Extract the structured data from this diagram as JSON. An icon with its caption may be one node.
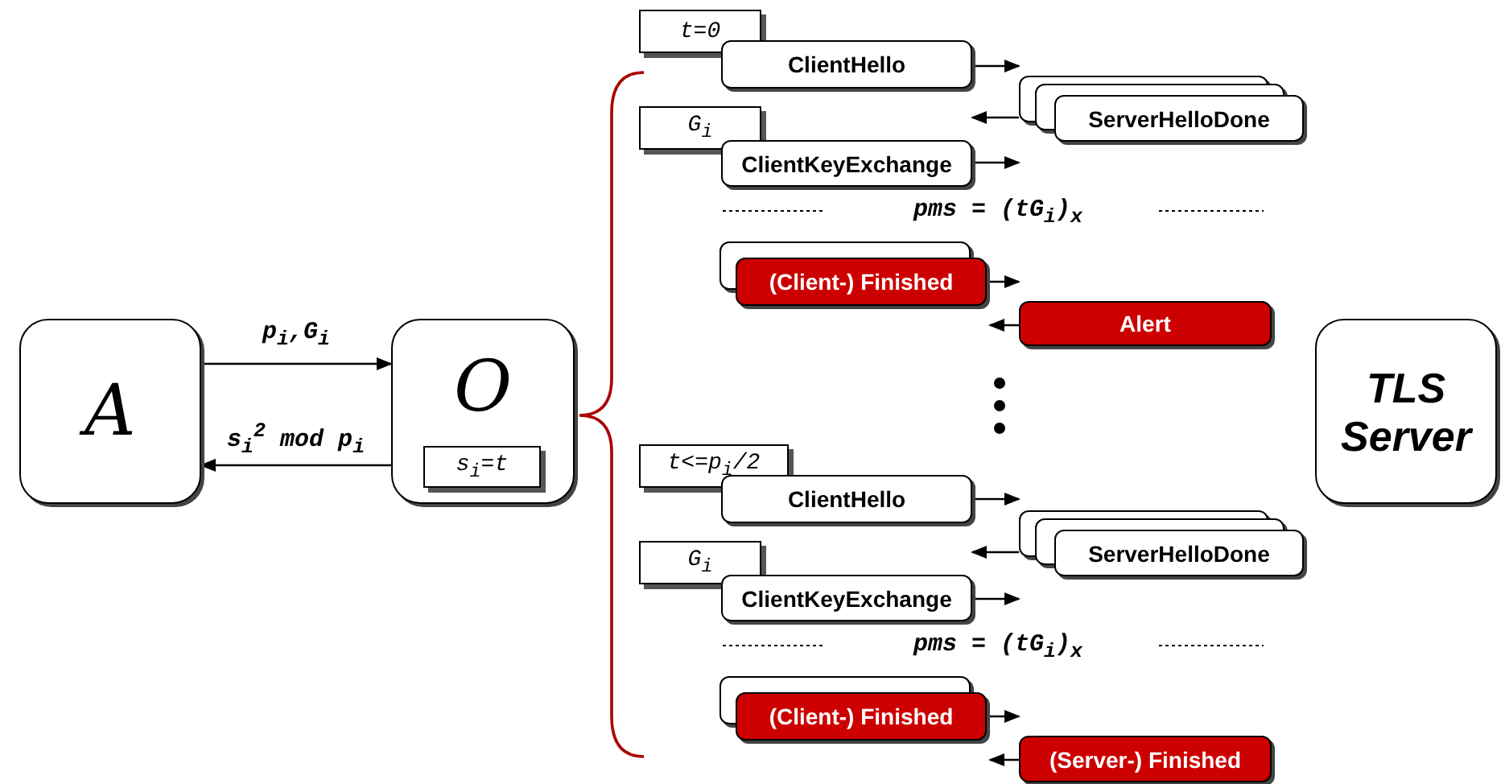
{
  "diagram": {
    "nodes": [
      {
        "text": [
          "A"
        ]
      },
      {
        "text": [
          "O"
        ]
      },
      {
        "text": [
          "s$_{i}$=t"
        ],
        "in": 1
      },
      {
        "text": [
          "TLS Server"
        ]
      },
      {
        "text": [
          "t=0"
        ]
      },
      {
        "text": [
          "ClientHello"
        ]
      },
      {
        "text": [
          "ServerHelloDone"
        ]
      },
      {
        "text": [
          "G$_{i}$"
        ]
      },
      {
        "text": [
          "ClientKeyExchange"
        ]
      },
      {
        "text": [
          "(Client-) Finished"
        ]
      },
      {
        "text": [
          "Alert"
        ]
      },
      {
        "text": [
          "t<=p$_{i}$/2"
        ]
      },
      {
        "text": [
          "ClientHello"
        ]
      },
      {
        "text": [
          "ServerHelloDone"
        ]
      },
      {
        "text": [
          "G$_{i}$"
        ]
      },
      {
        "text": [
          "ClientKeyExchange"
        ]
      },
      {
        "text": [
          "(Client-) Finished"
        ]
      },
      {
        "text": [
          "(Server-) Finished"
        ]
      }
    ],
    "edges": [
      {
        "from": 0,
        "to": 1,
        "arrow": "to",
        "label": "p$_{i}$,G$_{i}$"
      },
      {
        "from": 1,
        "to": 0,
        "arrow": "to",
        "label": "s$_{i}$$^{2}$ mod p$_{i}$"
      },
      {
        "from": 5,
        "to": 6,
        "arrow": "to"
      },
      {
        "from": 6,
        "to": 8,
        "arrow": "to"
      },
      {
        "from": 8,
        "to": 6,
        "arrow": "to"
      },
      {
        "from": 9,
        "to": 10,
        "arrow": "to"
      },
      {
        "from": 10,
        "to": 9,
        "arrow": "to"
      },
      {
        "from": 12,
        "to": 13,
        "arrow": "to"
      },
      {
        "from": 13,
        "to": 15,
        "arrow": "to"
      },
      {
        "from": 15,
        "to": 13,
        "arrow": "to"
      },
      {
        "from": 16,
        "to": 17,
        "arrow": "to"
      },
      {
        "from": 17,
        "to": 16,
        "arrow": "to"
      }
    ],
    "labels": [
      "pms = (tG$_{i}$)$_{x}$",
      "pms = (tG$_{i}$)$_{x}$"
    ]
  }
}
